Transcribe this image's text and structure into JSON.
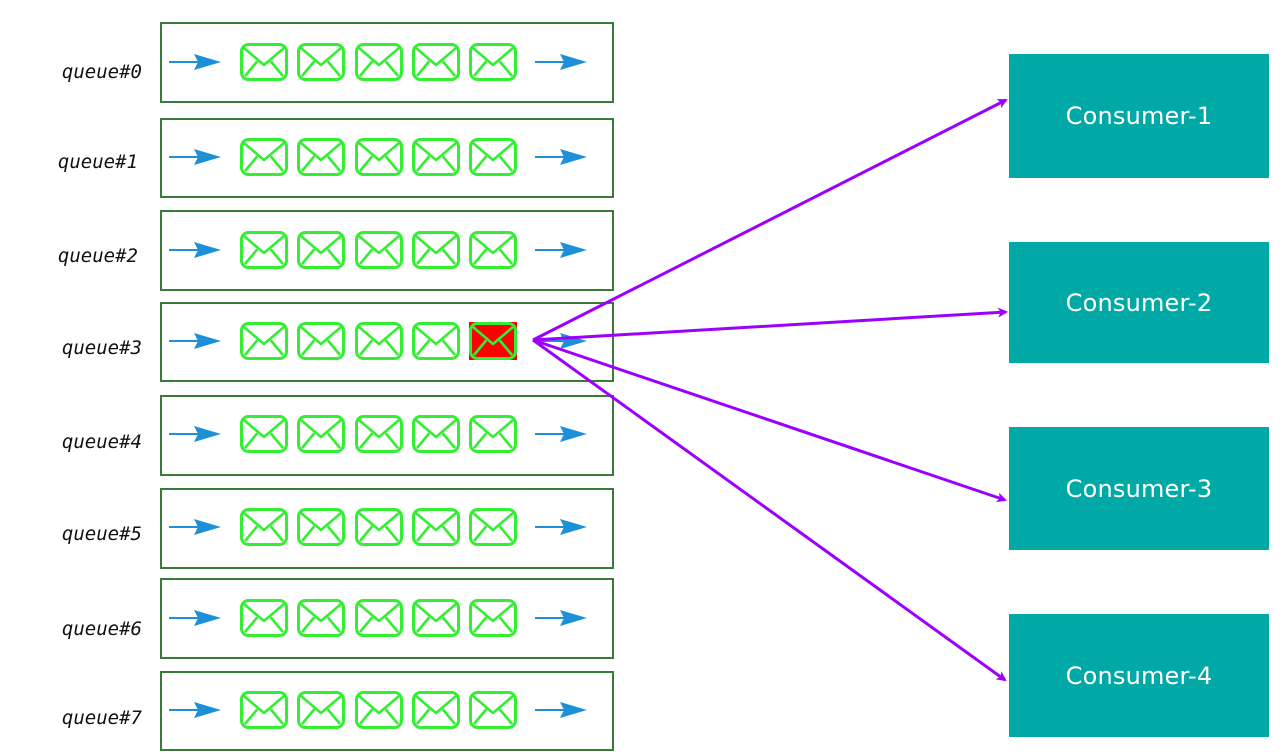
{
  "colors": {
    "queue_border": "#3a7a3a",
    "message_green": "#33ee33",
    "message_highlight": "#ff0000",
    "flow_arrow_blue": "#1e90d8",
    "dispatch_arrow_purple": "#9b00ff",
    "consumer_fill": "#00a9a5",
    "consumer_text": "#ffffff"
  },
  "queues": [
    {
      "label": "queue#0",
      "messages": 5,
      "highlighted_message": null
    },
    {
      "label": "queue#1",
      "messages": 5,
      "highlighted_message": null
    },
    {
      "label": "queue#2",
      "messages": 5,
      "highlighted_message": null
    },
    {
      "label": "queue#3",
      "messages": 5,
      "highlighted_message": 4
    },
    {
      "label": "queue#4",
      "messages": 5,
      "highlighted_message": null
    },
    {
      "label": "queue#5",
      "messages": 5,
      "highlighted_message": null
    },
    {
      "label": "queue#6",
      "messages": 5,
      "highlighted_message": null
    },
    {
      "label": "queue#7",
      "messages": 5,
      "highlighted_message": null
    }
  ],
  "consumers": [
    {
      "label": "Consumer-1"
    },
    {
      "label": "Consumer-2"
    },
    {
      "label": "Consumer-3"
    },
    {
      "label": "Consumer-4"
    }
  ],
  "dispatch": {
    "source_queue": 3,
    "source_message": 4,
    "targets": [
      0,
      1,
      2,
      3
    ]
  },
  "icons": {
    "message": "envelope-icon",
    "flow": "arrow-right-icon",
    "dispatch": "arrow-icon"
  }
}
